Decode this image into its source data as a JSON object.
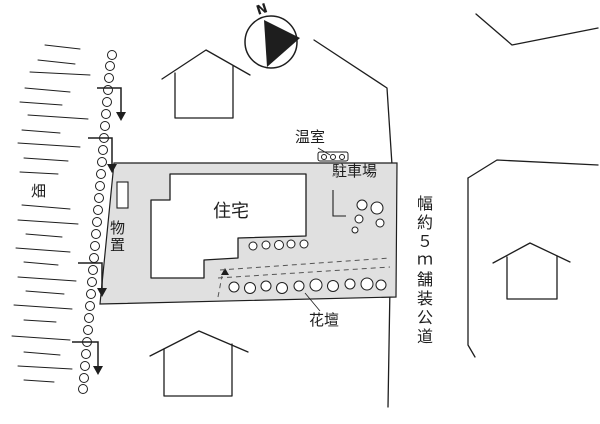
{
  "labels": {
    "house": "住宅",
    "shed": "物置",
    "field": "畑",
    "greenhouse": "温室",
    "parking": "駐車場",
    "flower_bed": "花壇",
    "road": "幅約５ｍ舗装公道"
  },
  "compass": {
    "direction_letter": "N",
    "icon": "north-arrow-icon"
  },
  "colors": {
    "lot_fill": "#e0e0e0",
    "line": "#1e1e1e",
    "background": "#ffffff"
  }
}
